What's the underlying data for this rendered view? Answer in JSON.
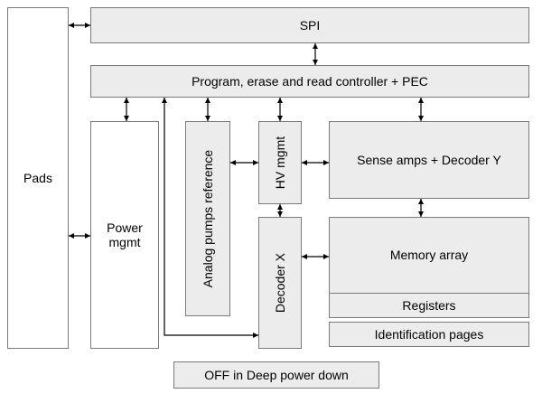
{
  "blocks": {
    "pads": "Pads",
    "spi": "SPI",
    "controller": "Program, erase and read controller + PEC",
    "power_mgmt": "Power mgmt",
    "analog_pumps": "Analog pumps reference",
    "hv_mgmt": "HV mgmt",
    "sense_amps": "Sense amps + Decoder Y",
    "decoder_x": "Decoder X",
    "memory_array": "Memory array",
    "registers": "Registers",
    "id_pages": "Identification pages"
  },
  "legend": "OFF in Deep power down",
  "colors": {
    "block_fill": "#ececec",
    "block_border": "#7a7a7a",
    "arrow": "#000000",
    "background": "#ffffff"
  }
}
